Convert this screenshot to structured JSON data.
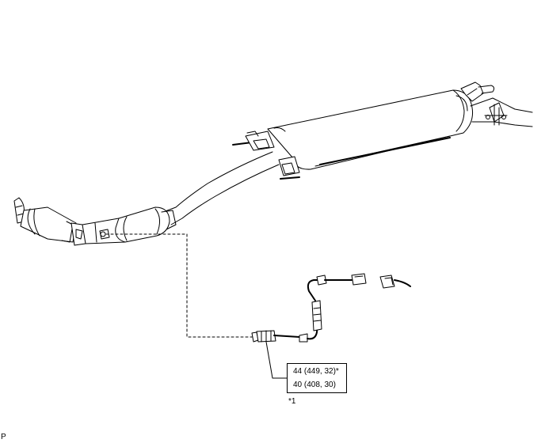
{
  "torque_spec": {
    "line1": "44 (449, 32)*",
    "line2": "40 (408, 30)"
  },
  "footnote": "*1",
  "corner_label": "P"
}
